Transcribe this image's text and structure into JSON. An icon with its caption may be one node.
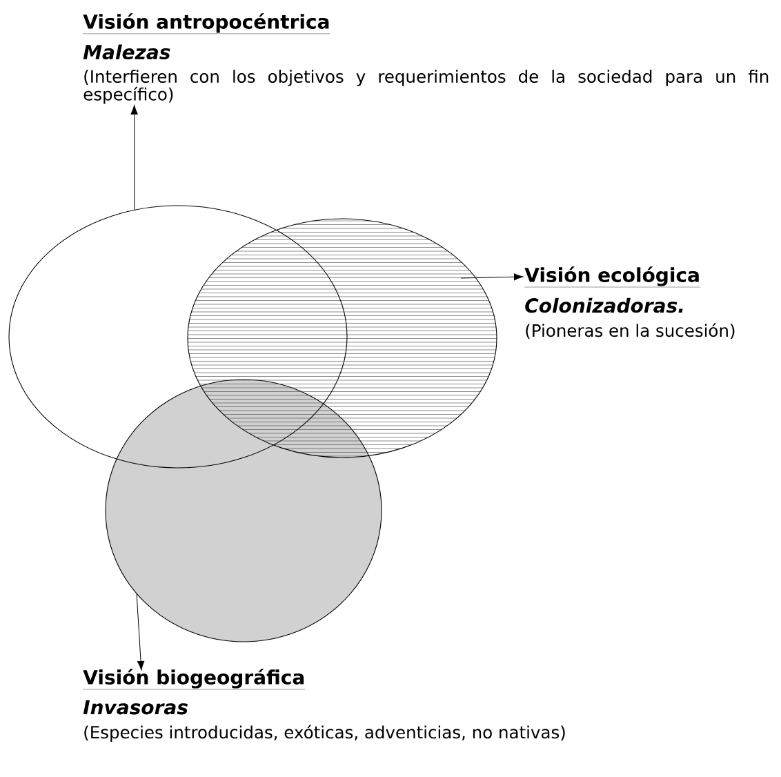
{
  "diagram": {
    "nodes": [
      {
        "text": [
          "Visión antropocéntrica",
          "Malezas",
          "(Interfieren con los objetivos y requerimientos de la sociedad para un fin específico)"
        ]
      },
      {
        "text": [],
        "shape": "circle"
      },
      {
        "text": [],
        "shape": "circle"
      },
      {
        "text": [
          "Visión ecológica",
          "Colonizadoras.",
          "(Pioneras en la sucesión)"
        ]
      },
      {
        "text": [],
        "shape": "circle"
      },
      {
        "text": [
          "Visión biogeográfica",
          "Invasoras",
          "(Especies introducidas, exóticas, adventicias, no nativas)"
        ]
      }
    ],
    "edges": [
      {
        "from": 1,
        "to": 0,
        "arrow": "to"
      },
      {
        "from": 2,
        "to": 3,
        "arrow": "to"
      },
      {
        "from": 4,
        "to": 5,
        "arrow": "to"
      }
    ]
  }
}
